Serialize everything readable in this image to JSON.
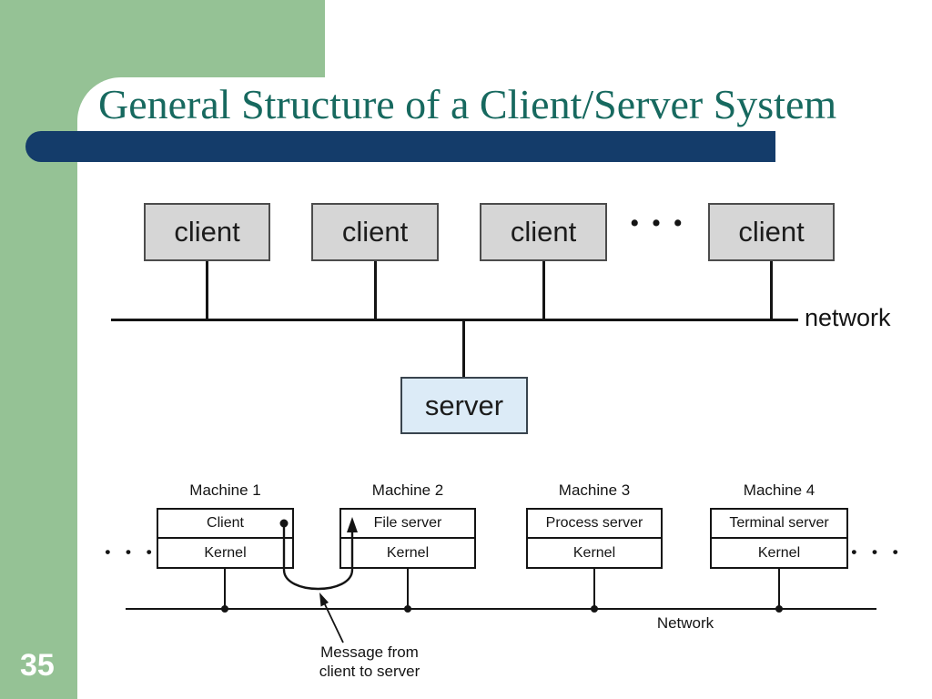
{
  "slide": {
    "title": "General Structure of a Client/Server System",
    "page_number": "35"
  },
  "colors": {
    "sidebar_green": "#95c295",
    "accent_navy": "#143c6a",
    "title_teal": "#17695f",
    "client_box_fill": "#d6d6d6",
    "server_box_fill": "#dcebf7"
  },
  "top_diagram": {
    "clients": [
      "client",
      "client",
      "client",
      "client"
    ],
    "ellipsis": "• • •",
    "network_label": "network",
    "server_label": "server"
  },
  "bottom_diagram": {
    "machines": [
      {
        "name": "Machine 1",
        "process": "Client",
        "kernel": "Kernel"
      },
      {
        "name": "Machine 2",
        "process": "File server",
        "kernel": "Kernel"
      },
      {
        "name": "Machine 3",
        "process": "Process server",
        "kernel": "Kernel"
      },
      {
        "name": "Machine 4",
        "process": "Terminal server",
        "kernel": "Kernel"
      }
    ],
    "ellipsis_left": "• • •",
    "ellipsis_right": "• • •",
    "network_label": "Network",
    "annotation_line1": "Message from",
    "annotation_line2": "client to server"
  }
}
